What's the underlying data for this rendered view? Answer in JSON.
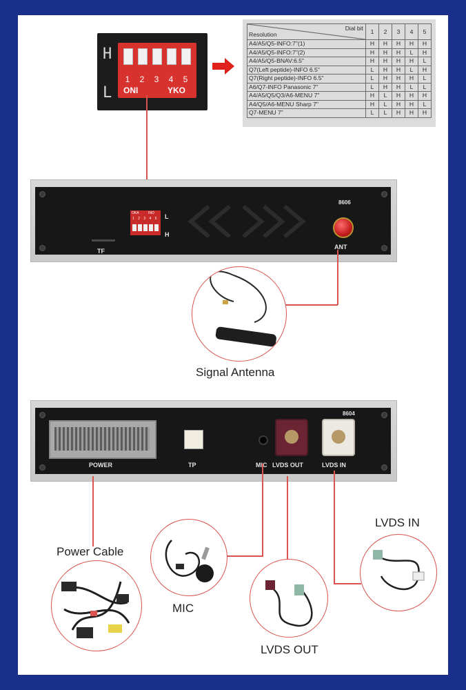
{
  "dip_switch": {
    "mark_top": "H",
    "mark_bottom": "L",
    "numbers": [
      "1",
      "2",
      "3",
      "4",
      "5"
    ],
    "on_label": "ONI",
    "off_label": "YKO"
  },
  "resolution_table": {
    "header_dial": "Dial bit",
    "header_resolution": "Resolution",
    "columns": [
      "1",
      "2",
      "3",
      "4",
      "5"
    ],
    "rows": [
      {
        "name": "A4/A5/Q5-INFO:7\"(1)",
        "bits": [
          "H",
          "H",
          "H",
          "H",
          "H"
        ]
      },
      {
        "name": "A4/A5/Q5-INFO:7\"(2)",
        "bits": [
          "H",
          "H",
          "H",
          "L",
          "H"
        ]
      },
      {
        "name": "A4/A5/Q5-BNAV:6.5\"",
        "bits": [
          "H",
          "H",
          "H",
          "H",
          "L"
        ]
      },
      {
        "name": "Q7(Left peptide)-INFO  6.5\"",
        "bits": [
          "L",
          "H",
          "H",
          "L",
          "H"
        ]
      },
      {
        "name": "Q7(Right peptide)-INFO  6.5\"",
        "bits": [
          "L",
          "H",
          "H",
          "H",
          "L"
        ]
      },
      {
        "name": "A6/Q7-INFO Panasonic  7\"",
        "bits": [
          "L",
          "H",
          "H",
          "L",
          "L"
        ]
      },
      {
        "name": "A4/A5/Q5/Q3/A6-MENU  7\"",
        "bits": [
          "H",
          "L",
          "H",
          "H",
          "H"
        ]
      },
      {
        "name": "A4/Q5/A6-MENU Sharp  7\"",
        "bits": [
          "H",
          "L",
          "H",
          "H",
          "L"
        ]
      },
      {
        "name": "Q7-MENU  7\"",
        "bits": [
          "L",
          "L",
          "H",
          "H",
          "H"
        ]
      }
    ]
  },
  "device_front": {
    "tf_label": "TF",
    "dip_top_left": "OKA",
    "dip_top_right": "INO",
    "dip_nums": "1 2 3 4 5",
    "l_label": "L",
    "h_label": "H",
    "model": "8606",
    "ant_label": "ANT"
  },
  "device_back": {
    "model": "8604",
    "power_label": "POWER",
    "tp_label": "TP",
    "mic_label": "MIC",
    "lvds_out_label": "LVDS OUT",
    "lvds_in_label": "LVDS IN"
  },
  "captions": {
    "signal_antenna": "Signal Antenna",
    "power_cable": "Power Cable",
    "mic": "MIC",
    "lvds_out": "LVDS OUT",
    "lvds_in": "LVDS IN"
  },
  "colors": {
    "background": "#1a2f8a",
    "accent_red": "#d9534f",
    "dip_red": "#d8322f"
  }
}
